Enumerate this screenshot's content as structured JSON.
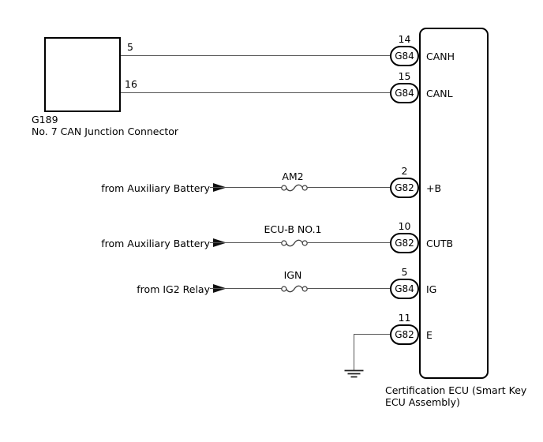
{
  "junction_connector": {
    "code": "G189",
    "name": "No. 7 CAN Junction Connector",
    "pins": [
      {
        "number": "5"
      },
      {
        "number": "16"
      }
    ]
  },
  "ecu": {
    "name_line1": "Certification ECU (Smart Key",
    "name_line2": "ECU Assembly)",
    "pins": [
      {
        "number": "14",
        "code": "G84",
        "label": "CANH"
      },
      {
        "number": "15",
        "code": "G84",
        "label": "CANL"
      },
      {
        "number": "2",
        "code": "G82",
        "label": "+B"
      },
      {
        "number": "10",
        "code": "G82",
        "label": "CUTB"
      },
      {
        "number": "5",
        "code": "G84",
        "label": "IG"
      },
      {
        "number": "11",
        "code": "G82",
        "label": "E"
      }
    ]
  },
  "power_sources": [
    {
      "label": "from Auxiliary Battery",
      "fuse": "AM2"
    },
    {
      "label": "from Auxiliary Battery",
      "fuse": "ECU-B NO.1"
    },
    {
      "label": "from IG2 Relay",
      "fuse": "IGN"
    }
  ],
  "colors": {
    "wire": "#555555",
    "outline": "#000000",
    "text": "#000000",
    "background": "#ffffff"
  }
}
